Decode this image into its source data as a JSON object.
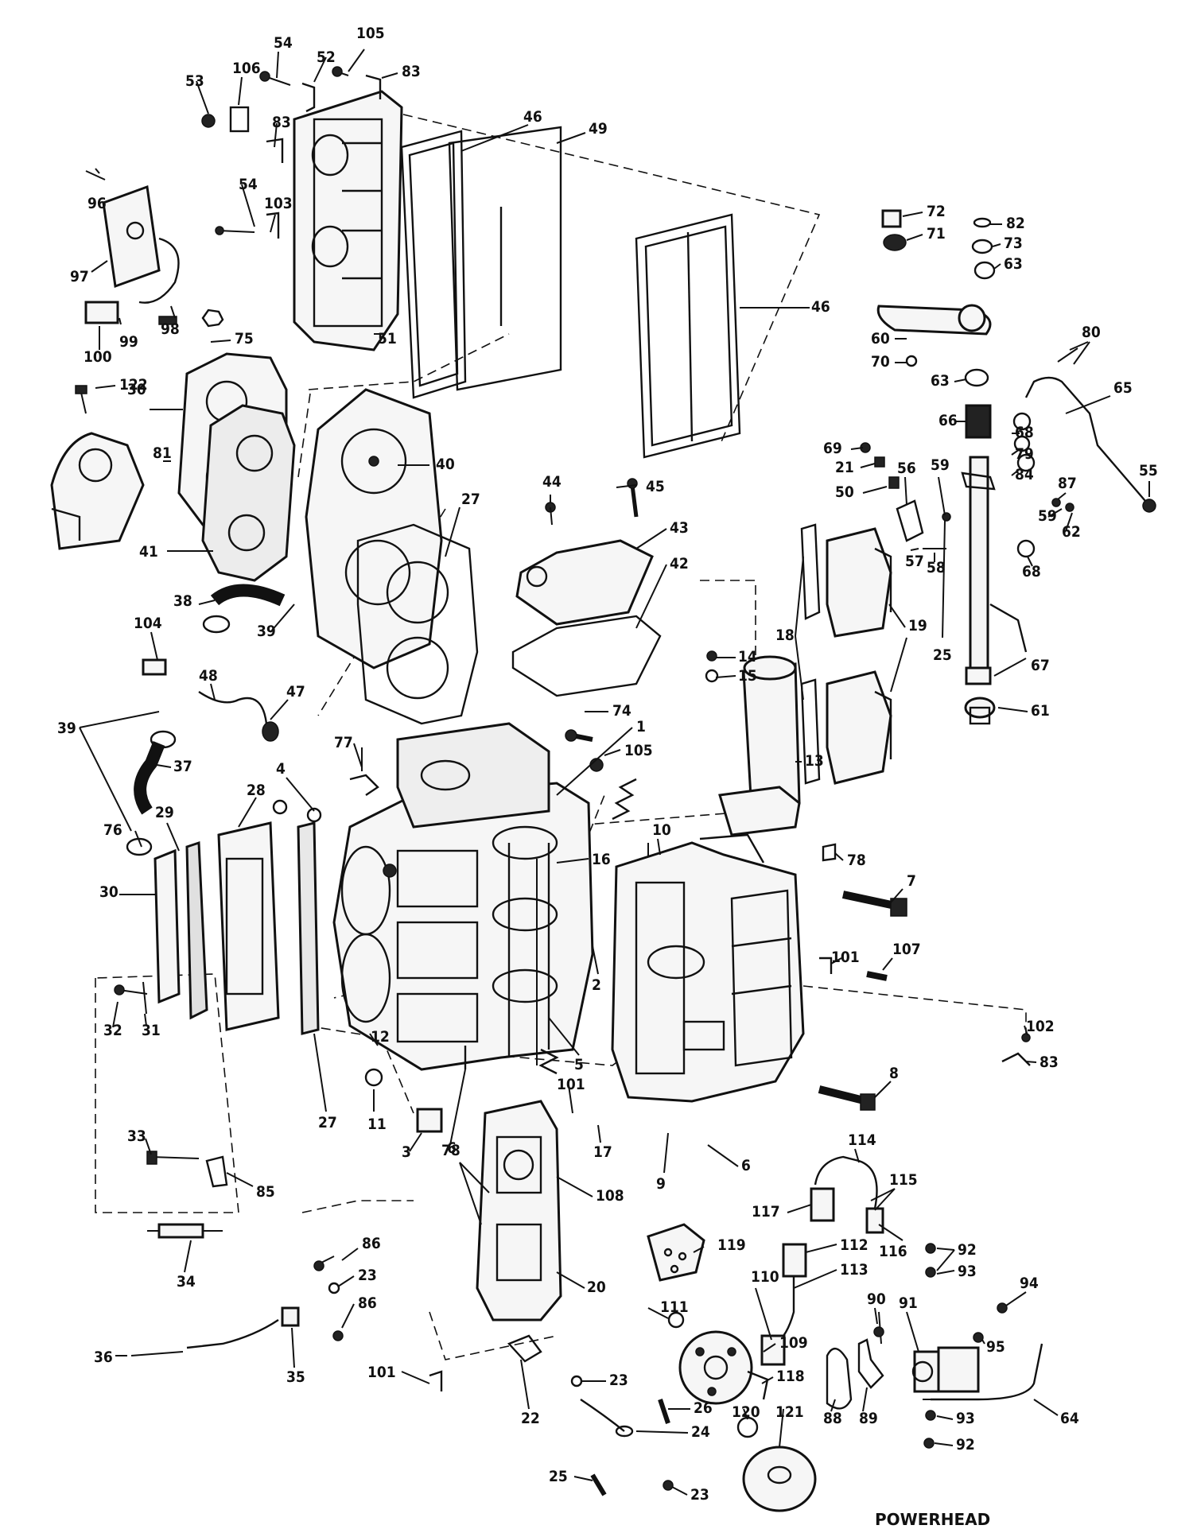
{
  "diagram": {
    "caption": "POWERHEAD",
    "callouts": [
      {
        "id": "c105a",
        "text": "105"
      },
      {
        "id": "c54a",
        "text": "54"
      },
      {
        "id": "c52",
        "text": "52"
      },
      {
        "id": "c83a",
        "text": "83"
      },
      {
        "id": "c53",
        "text": "53"
      },
      {
        "id": "c106",
        "text": "106"
      },
      {
        "id": "c83b",
        "text": "83"
      },
      {
        "id": "c46a",
        "text": "46"
      },
      {
        "id": "c49",
        "text": "49"
      },
      {
        "id": "c96",
        "text": "96"
      },
      {
        "id": "c54b",
        "text": "54"
      },
      {
        "id": "c103",
        "text": "103"
      },
      {
        "id": "c97",
        "text": "97"
      },
      {
        "id": "c98",
        "text": "98"
      },
      {
        "id": "c99",
        "text": "99"
      },
      {
        "id": "c100",
        "text": "100"
      },
      {
        "id": "c51",
        "text": "51"
      },
      {
        "id": "c46b",
        "text": "46"
      },
      {
        "id": "c75",
        "text": "75"
      },
      {
        "id": "c122",
        "text": "122"
      },
      {
        "id": "c30a",
        "text": "30"
      },
      {
        "id": "c81",
        "text": "81"
      },
      {
        "id": "c40",
        "text": "40"
      },
      {
        "id": "c41",
        "text": "41"
      },
      {
        "id": "c27a",
        "text": "27"
      },
      {
        "id": "c38",
        "text": "38"
      },
      {
        "id": "c39a",
        "text": "39"
      },
      {
        "id": "c104",
        "text": "104"
      },
      {
        "id": "c48",
        "text": "48"
      },
      {
        "id": "c47",
        "text": "47"
      },
      {
        "id": "c39b",
        "text": "39"
      },
      {
        "id": "c37",
        "text": "37"
      },
      {
        "id": "c4",
        "text": "4"
      },
      {
        "id": "c28",
        "text": "28"
      },
      {
        "id": "c29",
        "text": "29"
      },
      {
        "id": "c76",
        "text": "76"
      },
      {
        "id": "c30b",
        "text": "30"
      },
      {
        "id": "c32",
        "text": "32"
      },
      {
        "id": "c31",
        "text": "31"
      },
      {
        "id": "c12",
        "text": "12"
      },
      {
        "id": "c11",
        "text": "11"
      },
      {
        "id": "c27b",
        "text": "27"
      },
      {
        "id": "c3",
        "text": "3"
      },
      {
        "id": "c6a",
        "text": "6"
      },
      {
        "id": "c33",
        "text": "33"
      },
      {
        "id": "c85",
        "text": "85"
      },
      {
        "id": "c34",
        "text": "34"
      },
      {
        "id": "c36",
        "text": "36"
      },
      {
        "id": "c35",
        "text": "35"
      },
      {
        "id": "c86a",
        "text": "86"
      },
      {
        "id": "c23a",
        "text": "23"
      },
      {
        "id": "c86b",
        "text": "86"
      },
      {
        "id": "c101a",
        "text": "101"
      },
      {
        "id": "c22",
        "text": "22"
      },
      {
        "id": "c23b",
        "text": "23"
      },
      {
        "id": "c26",
        "text": "26"
      },
      {
        "id": "c24",
        "text": "24"
      },
      {
        "id": "c25a",
        "text": "25"
      },
      {
        "id": "c23c",
        "text": "23"
      },
      {
        "id": "c78a",
        "text": "78"
      },
      {
        "id": "c108",
        "text": "108"
      },
      {
        "id": "c20",
        "text": "20"
      },
      {
        "id": "c101b",
        "text": "101"
      },
      {
        "id": "c17",
        "text": "17"
      },
      {
        "id": "c9",
        "text": "9"
      },
      {
        "id": "c6b",
        "text": "6"
      },
      {
        "id": "c5",
        "text": "5"
      },
      {
        "id": "c2",
        "text": "2"
      },
      {
        "id": "c16",
        "text": "16"
      },
      {
        "id": "c10",
        "text": "10"
      },
      {
        "id": "c1",
        "text": "1"
      },
      {
        "id": "c77",
        "text": "77"
      },
      {
        "id": "c74",
        "text": "74"
      },
      {
        "id": "c105b",
        "text": "105"
      },
      {
        "id": "c44",
        "text": "44"
      },
      {
        "id": "c45",
        "text": "45"
      },
      {
        "id": "c43",
        "text": "43"
      },
      {
        "id": "c42",
        "text": "42"
      },
      {
        "id": "c14",
        "text": "14"
      },
      {
        "id": "c15",
        "text": "15"
      },
      {
        "id": "c13",
        "text": "13"
      },
      {
        "id": "c18",
        "text": "18"
      },
      {
        "id": "c19",
        "text": "19"
      },
      {
        "id": "c25b",
        "text": "25"
      },
      {
        "id": "c72",
        "text": "72"
      },
      {
        "id": "c71",
        "text": "71"
      },
      {
        "id": "c82",
        "text": "82"
      },
      {
        "id": "c73",
        "text": "73"
      },
      {
        "id": "c63a",
        "text": "63"
      },
      {
        "id": "c60",
        "text": "60"
      },
      {
        "id": "c70",
        "text": "70"
      },
      {
        "id": "c63b",
        "text": "63"
      },
      {
        "id": "c80",
        "text": "80"
      },
      {
        "id": "c65",
        "text": "65"
      },
      {
        "id": "c66",
        "text": "66"
      },
      {
        "id": "c68a",
        "text": "68"
      },
      {
        "id": "c79",
        "text": "79"
      },
      {
        "id": "c84",
        "text": "84"
      },
      {
        "id": "c69",
        "text": "69"
      },
      {
        "id": "c21",
        "text": "21"
      },
      {
        "id": "c50",
        "text": "50"
      },
      {
        "id": "c56",
        "text": "56"
      },
      {
        "id": "c59a",
        "text": "59"
      },
      {
        "id": "c87",
        "text": "87"
      },
      {
        "id": "c55",
        "text": "55"
      },
      {
        "id": "c59b",
        "text": "59"
      },
      {
        "id": "c62",
        "text": "62"
      },
      {
        "id": "c57",
        "text": "57"
      },
      {
        "id": "c58",
        "text": "58"
      },
      {
        "id": "c68b",
        "text": "68"
      },
      {
        "id": "c67",
        "text": "67"
      },
      {
        "id": "c61",
        "text": "61"
      },
      {
        "id": "c78b",
        "text": "78"
      },
      {
        "id": "c7",
        "text": "7"
      },
      {
        "id": "c101c",
        "text": "101"
      },
      {
        "id": "c107",
        "text": "107"
      },
      {
        "id": "c102",
        "text": "102"
      },
      {
        "id": "c83c",
        "text": "83"
      },
      {
        "id": "c8",
        "text": "8"
      },
      {
        "id": "c114",
        "text": "114"
      },
      {
        "id": "c115",
        "text": "115"
      },
      {
        "id": "c117",
        "text": "117"
      },
      {
        "id": "c116",
        "text": "116"
      },
      {
        "id": "c112",
        "text": "112"
      },
      {
        "id": "c113",
        "text": "113"
      },
      {
        "id": "c119",
        "text": "119"
      },
      {
        "id": "c110",
        "text": "110"
      },
      {
        "id": "c111",
        "text": "111"
      },
      {
        "id": "c109",
        "text": "109"
      },
      {
        "id": "c118",
        "text": "118"
      },
      {
        "id": "c120",
        "text": "120"
      },
      {
        "id": "c121",
        "text": "121"
      },
      {
        "id": "c88",
        "text": "88"
      },
      {
        "id": "c89",
        "text": "89"
      },
      {
        "id": "c90",
        "text": "90"
      },
      {
        "id": "c91",
        "text": "91"
      },
      {
        "id": "c92a",
        "text": "92"
      },
      {
        "id": "c93a",
        "text": "93"
      },
      {
        "id": "c94",
        "text": "94"
      },
      {
        "id": "c95",
        "text": "95"
      },
      {
        "id": "c64",
        "text": "64"
      },
      {
        "id": "c93b",
        "text": "93"
      },
      {
        "id": "c92b",
        "text": "92"
      }
    ]
  }
}
